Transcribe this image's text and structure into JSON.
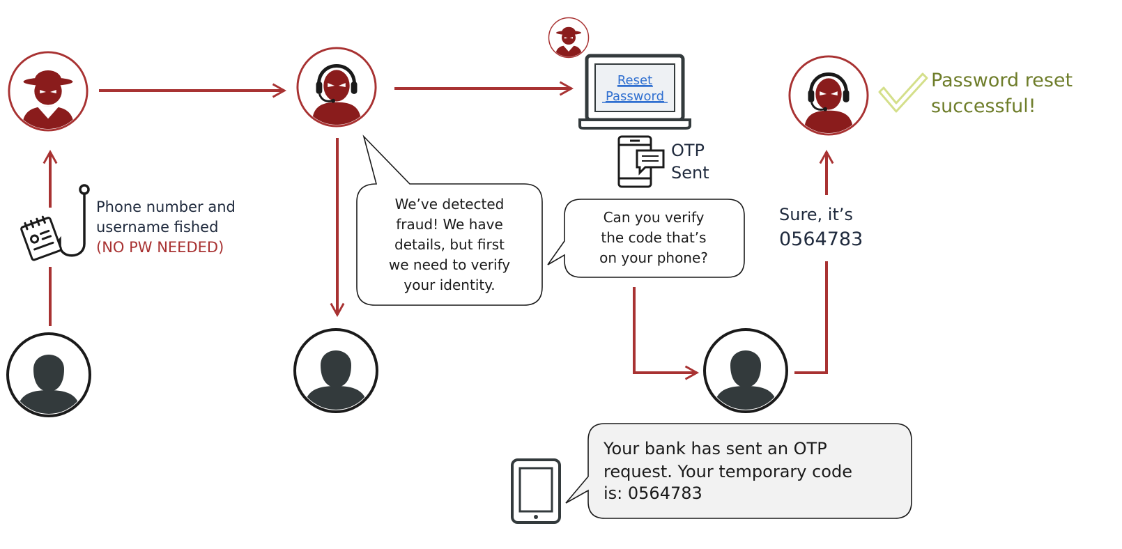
{
  "colors": {
    "accent_red": "#a83232",
    "attacker_fill": "#8a1c1c",
    "victim_fill": "#333a3c",
    "success_green": "#6e7d2a",
    "check_green": "#d4df8a",
    "link_blue": "#2f6fd0",
    "text_dark": "#1f2a3d"
  },
  "icons": {
    "attacker": "spy-icon",
    "attacker_agent": "headset-agent-icon",
    "victim": "person-icon",
    "hook": "fishing-hook-icon",
    "laptop": "laptop-icon",
    "phone": "smartphone-icon",
    "check": "checkmark-icon"
  },
  "labels": {
    "phished": {
      "line1": "Phone number and",
      "line2": "username fished",
      "line3": "(NO PW NEEDED)"
    },
    "reset_link": {
      "line1": "Reset",
      "line2": "Password"
    },
    "otp_sent": {
      "line1": "OTP",
      "line2": "Sent"
    },
    "success": {
      "line1": "Password reset",
      "line2": "successful!"
    },
    "reply": {
      "line1": "Sure, it’s",
      "line2": "0564783"
    }
  },
  "bubbles": {
    "fraud": {
      "line1": "We’ve detected",
      "line2": "fraud! We have",
      "line3": "details, but first",
      "line4": "we need to verify",
      "line5": "your identity."
    },
    "verify": {
      "line1": "Can you verify",
      "line2": "the code that’s",
      "line3": "on your phone?"
    },
    "sms": {
      "line1": "Your bank has sent an OTP",
      "line2": "request. Your temporary code",
      "line3": "is: 0564783"
    }
  }
}
